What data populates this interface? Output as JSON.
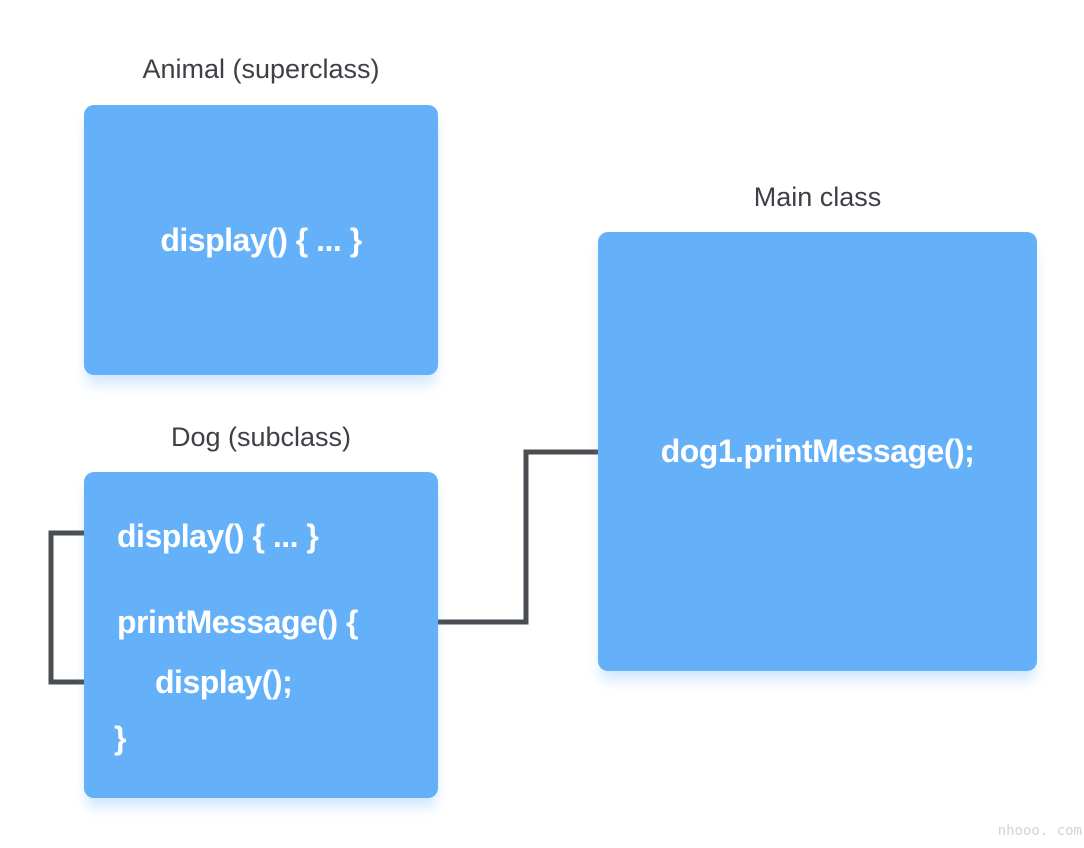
{
  "colors": {
    "box_fill": "#64B1FA",
    "arrow": "#4A4D51",
    "label_text": "#3D4045",
    "box_text": "#FFFFFF",
    "watermark_text": "#D3D3D3"
  },
  "animal": {
    "label": "Animal (superclass)",
    "body": "display() { ... }"
  },
  "dog": {
    "label": "Dog (subclass)",
    "line1": "display() { ... }",
    "line2": "printMessage() {",
    "line3": "display();",
    "line4": "}"
  },
  "main": {
    "label": "Main class",
    "body": "dog1.printMessage();"
  },
  "watermark": "nhooo. com"
}
